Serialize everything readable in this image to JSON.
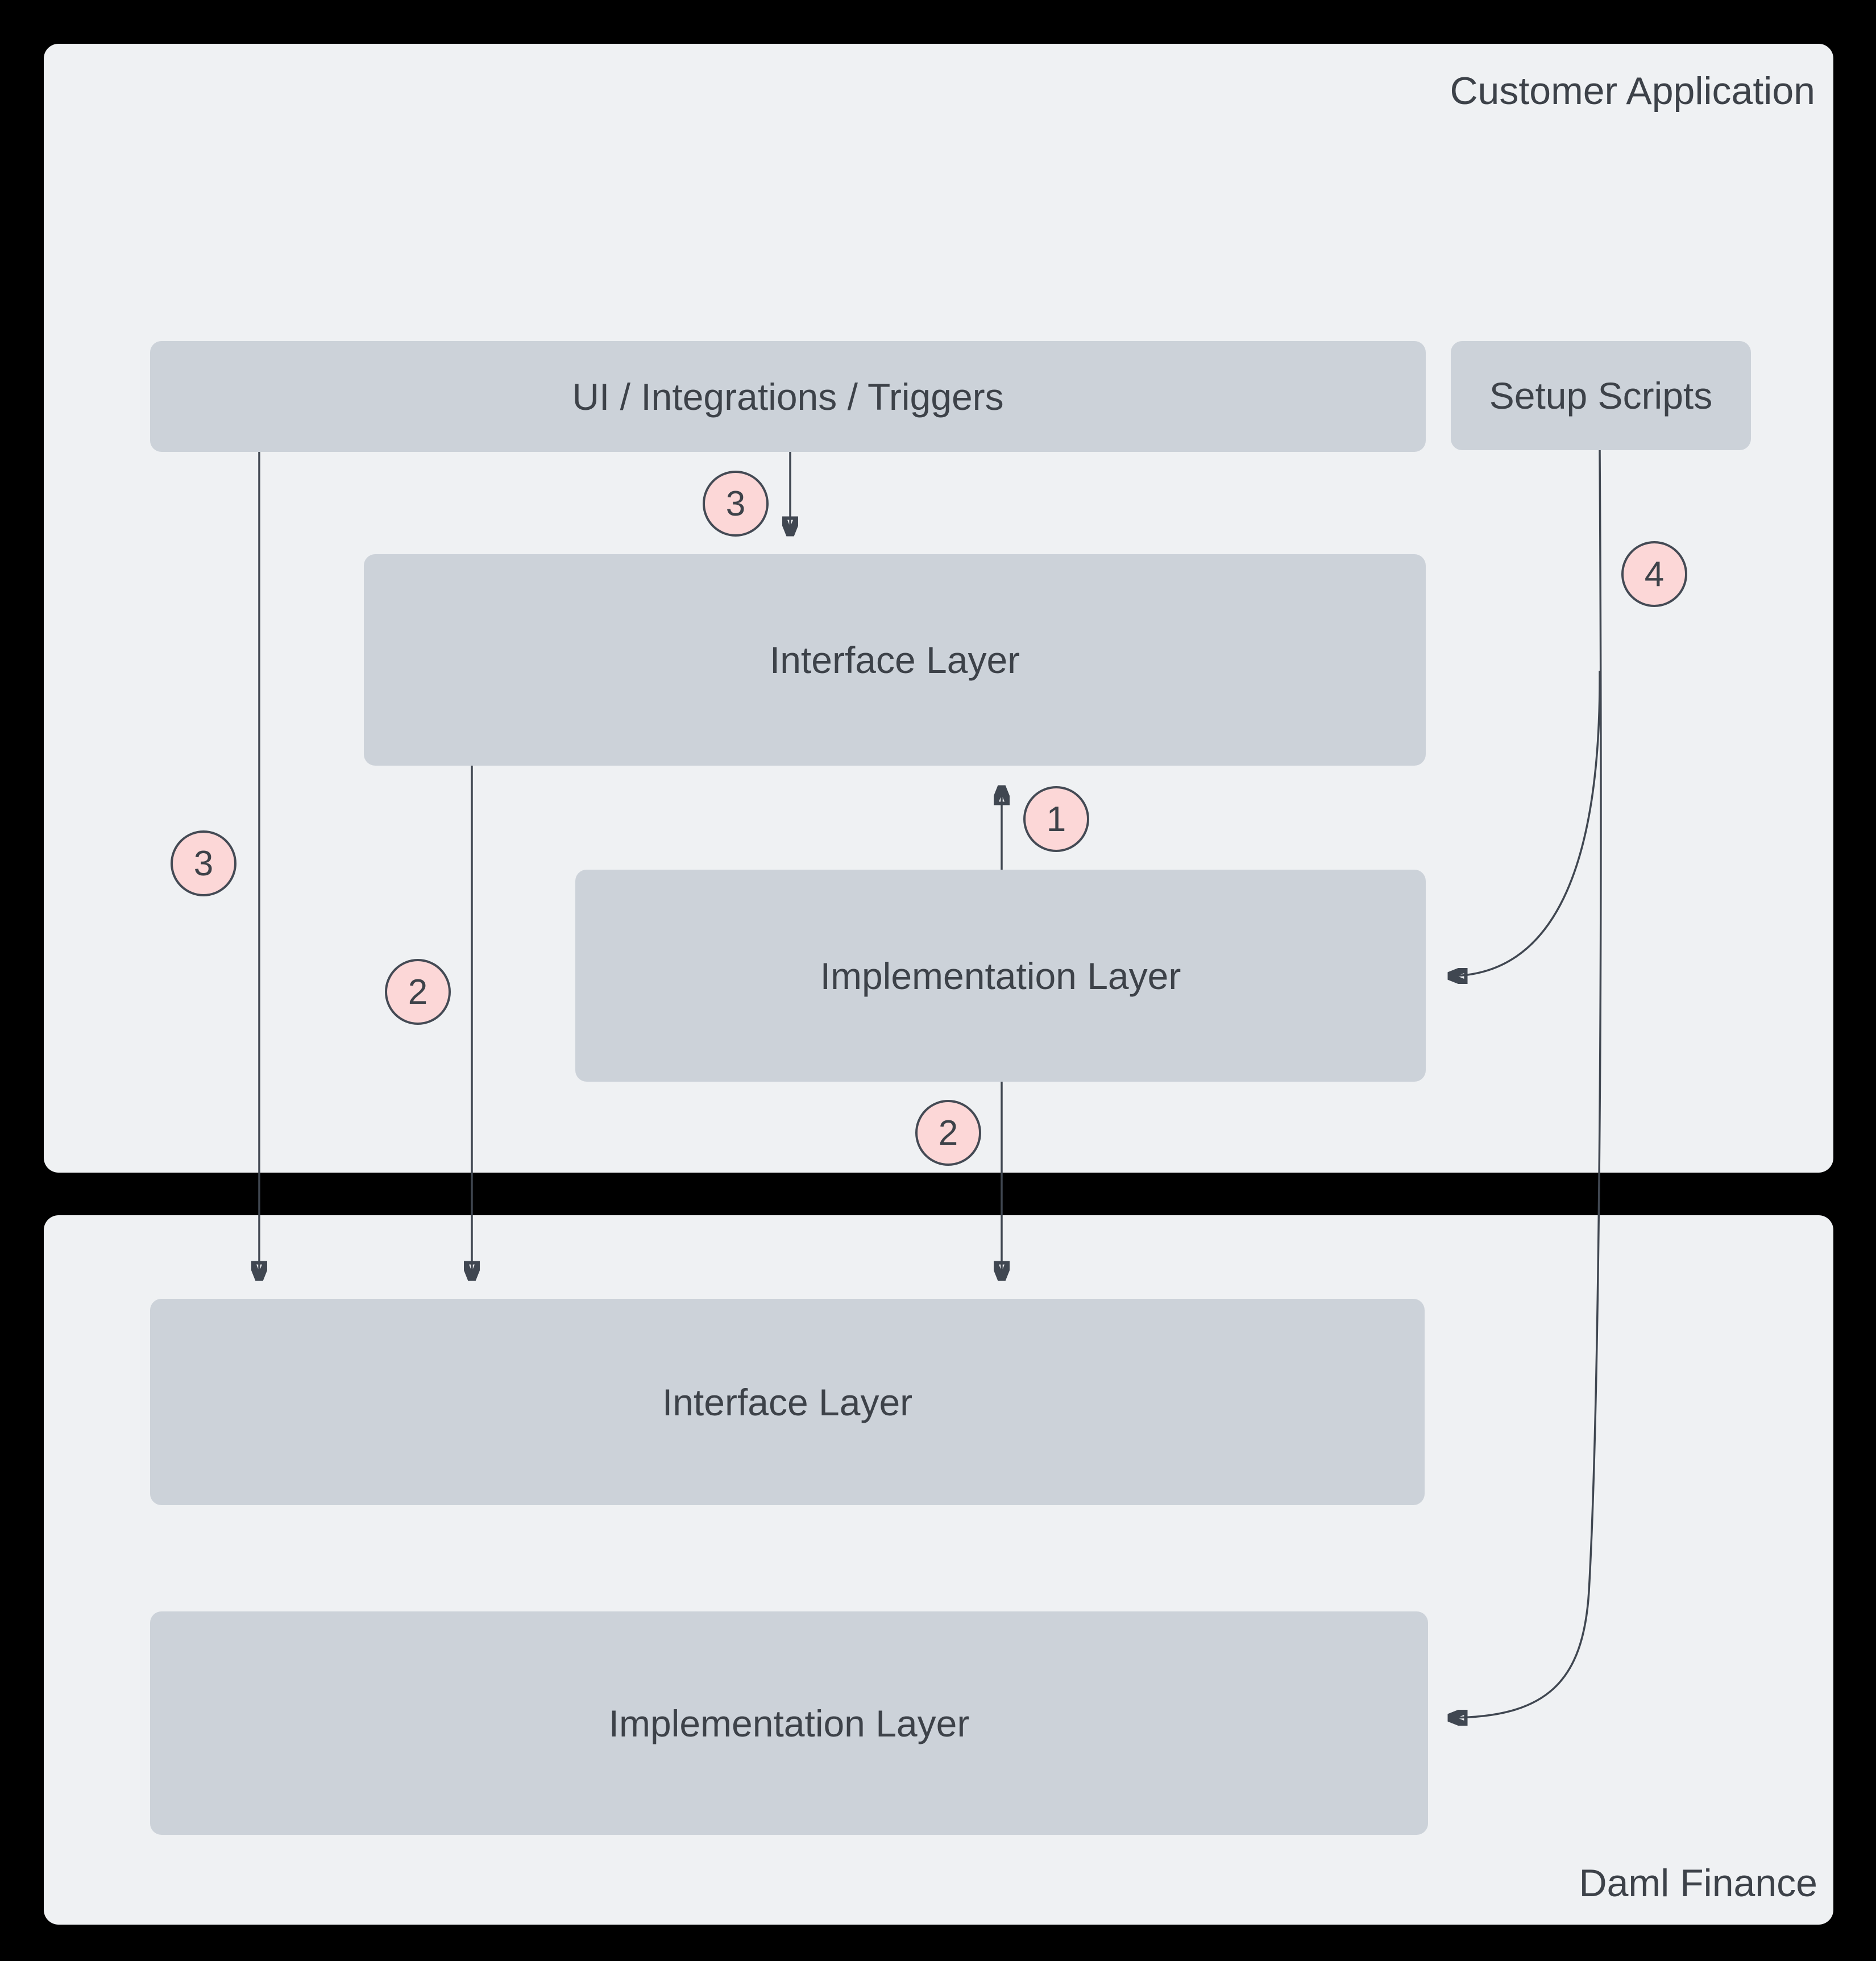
{
  "containers": {
    "customer_application": {
      "label": "Customer Application"
    },
    "daml_finance": {
      "label": "Daml Finance"
    }
  },
  "nodes": {
    "ui_integrations_triggers": {
      "label": "UI / Integrations / Triggers"
    },
    "setup_scripts": {
      "label": "Setup Scripts"
    },
    "customer_interface_layer": {
      "label": "Interface Layer"
    },
    "customer_implementation_layer": {
      "label": "Implementation Layer"
    },
    "daml_interface_layer": {
      "label": "Interface Layer"
    },
    "daml_implementation_layer": {
      "label": "Implementation Layer"
    }
  },
  "step_badges": {
    "step_3_ui_to_customer_interface": {
      "label": "3"
    },
    "step_3_ui_to_daml_interface": {
      "label": "3"
    },
    "step_2_customer_interface_to_daml_interface": {
      "label": "2"
    },
    "step_1_implementation_to_interface": {
      "label": "1"
    },
    "step_2_implementation_to_daml_interface": {
      "label": "2"
    },
    "step_4_setup_scripts": {
      "label": "4"
    }
  },
  "colors": {
    "canvas_background": "#000000",
    "container_fill": "#eff1f3",
    "node_fill": "#ccd2d9",
    "text": "#3d4249",
    "connector": "#404751",
    "badge_fill": "#fcd7d7",
    "badge_border": "#444a54"
  }
}
